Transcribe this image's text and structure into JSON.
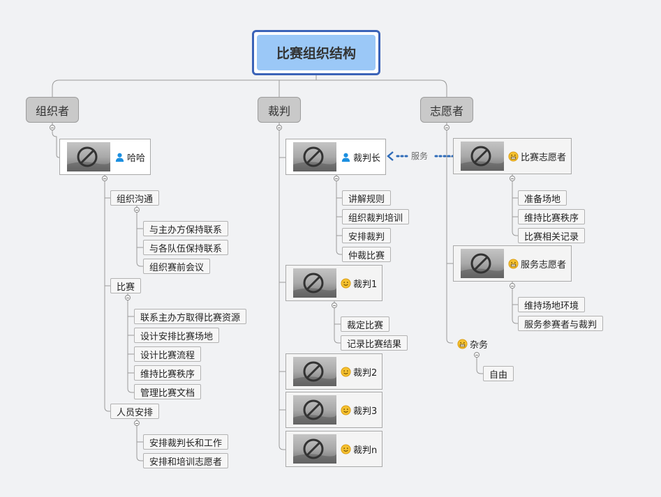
{
  "root": {
    "title": "比赛组织结构"
  },
  "branches": {
    "organizer": {
      "label": "组织者",
      "person": {
        "name": "哈哈",
        "icon": "person-icon"
      },
      "groups": [
        {
          "label": "组织沟通",
          "items": [
            "与主办方保持联系",
            "与各队伍保持联系",
            "组织赛前会议"
          ]
        },
        {
          "label": "比赛",
          "items": [
            "联系主办方取得比赛资源",
            "设计安排比赛场地",
            "设计比赛流程",
            "维持比赛秩序",
            "管理比赛文档"
          ]
        },
        {
          "label": "人员安排",
          "items": [
            "安排裁判长和工作",
            "安排和培训志愿者"
          ]
        }
      ]
    },
    "referee": {
      "label": "裁判",
      "chief": {
        "name": "裁判长",
        "icon": "person-icon",
        "tasks": [
          "讲解规则",
          "组织裁判培训",
          "安排裁判",
          "仲裁比赛"
        ]
      },
      "ref1": {
        "name": "裁判1",
        "icon": "smile-icon",
        "tasks": [
          "裁定比赛",
          "记录比赛结果"
        ]
      },
      "ref2": {
        "name": "裁判2",
        "icon": "smile-icon"
      },
      "ref3": {
        "name": "裁判3",
        "icon": "smile-icon"
      },
      "refn": {
        "name": "裁判n",
        "icon": "smile-icon"
      }
    },
    "volunteer": {
      "label": "志愿者",
      "match": {
        "name": "比赛志愿者",
        "icon": "grin-icon",
        "tasks": [
          "准备场地",
          "维持比赛秩序",
          "比赛相关记录"
        ]
      },
      "service": {
        "name": "服务志愿者",
        "icon": "grin-icon",
        "tasks": [
          "维持场地环境",
          "服务参赛者与裁判"
        ]
      },
      "misc": {
        "name": "杂务",
        "icon": "grin-icon",
        "tasks": [
          "自由"
        ]
      }
    }
  },
  "relationship": {
    "label": "服务",
    "color": "#2e6bb8"
  },
  "colors": {
    "root_fill": "#9bc8f7",
    "root_border": "#3b63b8",
    "branch_fill": "#c9c9c9",
    "line": "#9a9a9a"
  }
}
